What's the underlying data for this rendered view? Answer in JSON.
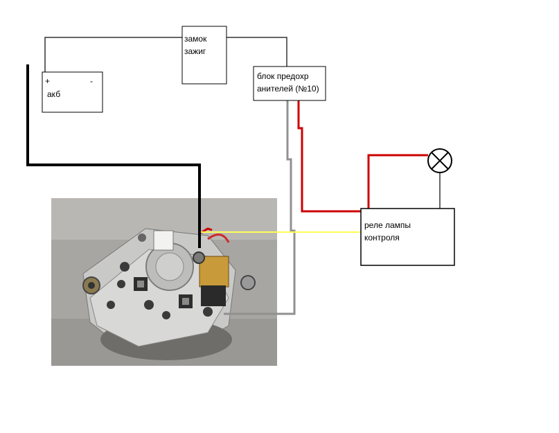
{
  "battery": {
    "plus": "+",
    "minus": "-",
    "label": "акб"
  },
  "ignition_switch": {
    "line1": "замок",
    "line2": "зажиг"
  },
  "fuse_block": {
    "line1": "блок предохр",
    "line2": "анителей (№10)"
  },
  "relay": {
    "line1": "реле лампы",
    "line2": "контроля"
  },
  "lamp_icon": "warning-lamp-icon",
  "wire_colors": {
    "thin_black": "#333333",
    "thick_black": "#000000",
    "red": "#cc0000",
    "gray": "#909090",
    "yellow": "#ffff55"
  }
}
